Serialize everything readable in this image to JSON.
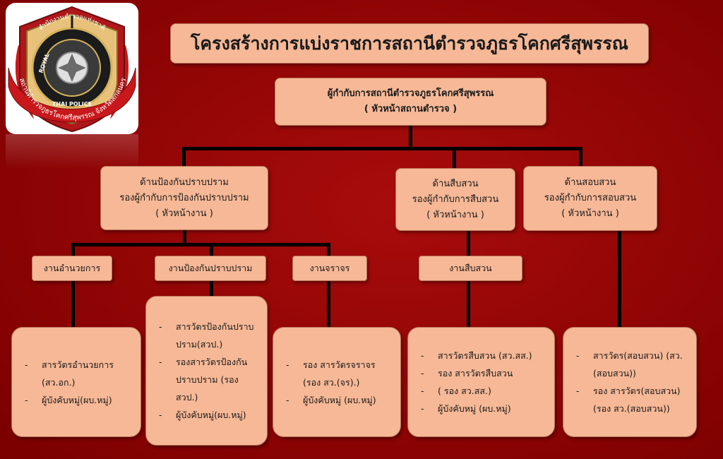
{
  "logo": {
    "arc_top": "สำนักงานตำรวจแห่งชาติ",
    "arc_bottom": "สถานีตำรวจภูธรโคกศรีสุพรรณ จังหวัดสกลนคร",
    "band_left": "ROYAL",
    "band_right": "THAI POLICE"
  },
  "title": "โครงสร้างการแบ่งราชการสถานีตำรวจภูธรโคกศรีสุพรรณ",
  "root": {
    "line1": "ผู้กำกับการสถานีตำรวจภูธรโคกศรีสุพรรณ",
    "line2": "( หัวหน้าสถานตำรวจ )"
  },
  "branches": {
    "prevention": {
      "line1": "ด้านป้องกันปราบปราม",
      "line2": "รองผู้กำกับการป้องกันปราบปราม",
      "line3": "( หัวหน้างาน )"
    },
    "investigation": {
      "line1": "ด้านสืบสวน",
      "line2": "รองผู้กำกับการสืบสวน",
      "line3": "( หัวหน้างาน )"
    },
    "inquiry": {
      "line1": "ด้านสอบสวน",
      "line2": "รองผู้กำกับการสอบสวน",
      "line3": "( หัวหน้างาน )"
    }
  },
  "sections": {
    "admin": "งานอำนวยการ",
    "prevention": "งานป้องกันปราบปราม",
    "traffic": "งานจราจร",
    "investigation": "งานสืบสวน"
  },
  "leaves": {
    "admin": [
      "สารวัตรอำนวยการ (สว.อก.)",
      "ผู้บังคับหมู่(ผบ.หมู่)"
    ],
    "prevention": [
      "สารวัตรป้องกันปราบปราม(สวป.)",
      "รองสารวัตรป้องกันปราบปราม (รอง สวป.)",
      "ผู้บังคับหมู่(ผบ.หมู่)"
    ],
    "traffic": [
      "รอง สารวัตรจราจร (รอง สว.(จร).)",
      "ผู้บังคับหมู่ (ผบ.หมู่)"
    ],
    "investigation": [
      "สารวัตรสืบสวน (สว.สส.)",
      "รอง สารวัตรสืบสวน",
      "( รอง สว.สส.)",
      "ผู้บังคับหมู่ (ผบ.หมู่)"
    ],
    "inquiry": [
      "สารวัตร(สอบสวน) (สว.(สอบสวน))",
      "รอง สารวัตร(สอบสวน) (รอง สว.(สอบสวน))"
    ]
  }
}
